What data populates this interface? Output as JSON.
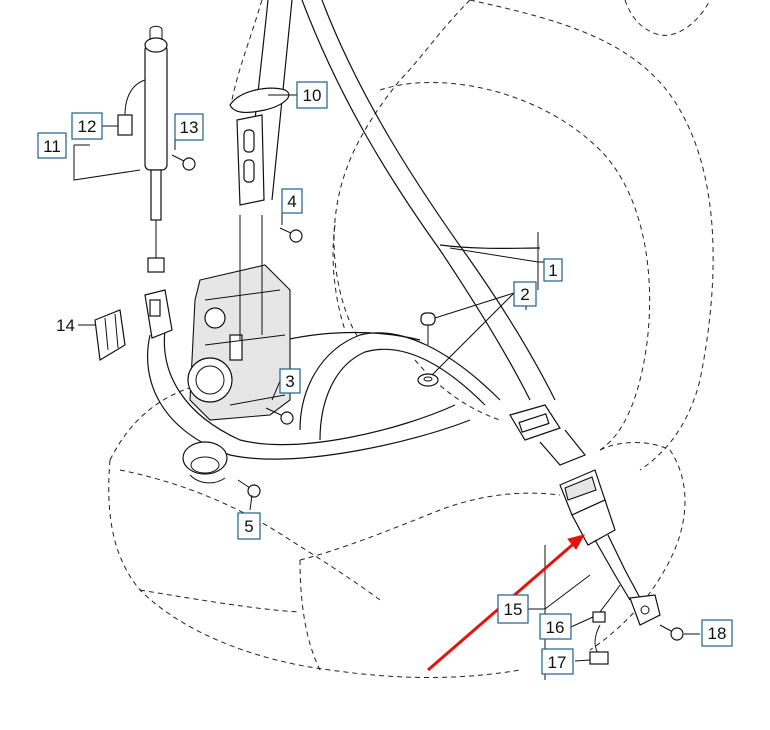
{
  "callouts": [
    {
      "label": "1"
    },
    {
      "label": "2"
    },
    {
      "label": "3"
    },
    {
      "label": "4"
    },
    {
      "label": "5"
    },
    {
      "label": "10"
    },
    {
      "label": "11"
    },
    {
      "label": "12"
    },
    {
      "label": "13"
    },
    {
      "label": "14"
    },
    {
      "label": "15"
    },
    {
      "label": "16"
    },
    {
      "label": "17"
    },
    {
      "label": "18"
    }
  ],
  "colors": {
    "callout_border": "#1f5f8b",
    "highlight_arrow": "#e3140f",
    "line": "#111111"
  }
}
